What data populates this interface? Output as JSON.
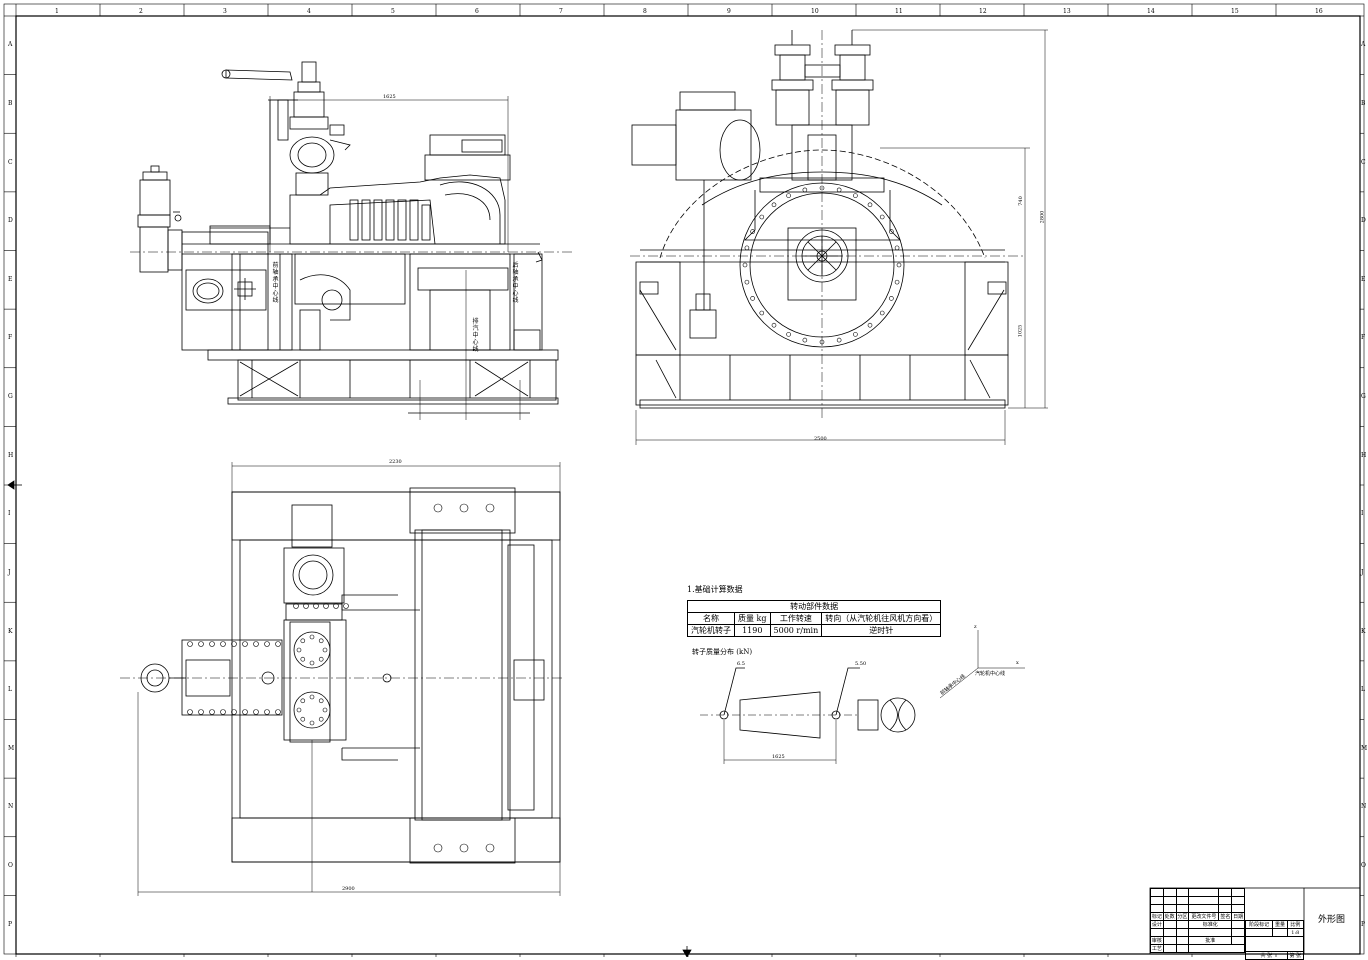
{
  "drawing": {
    "title": "外形图",
    "column_markers": [
      "1",
      "2",
      "3",
      "4",
      "5",
      "6",
      "7",
      "8",
      "9",
      "10",
      "11",
      "12",
      "13",
      "14",
      "15",
      "16"
    ],
    "row_markers": [
      "A",
      "B",
      "C",
      "D",
      "E",
      "F",
      "G",
      "H",
      "I",
      "J",
      "K",
      "L",
      "M",
      "N",
      "O",
      "P"
    ]
  },
  "side_view": {
    "dim_top": "1625",
    "label_front_bearing": "前轴承中心线",
    "label_rear_bearing": "后轴承中心线",
    "label_exhaust": "排汽中心线"
  },
  "end_view": {
    "dim_width": "2500",
    "dim_height_total": "2800",
    "dim_upper": "740",
    "dim_lower": "1025"
  },
  "plan_view": {
    "dim_top": "2230",
    "dim_bottom": "2900"
  },
  "foundation": {
    "heading": "1.基础计算数据",
    "table_title": "转动部件数据",
    "headers": [
      "名称",
      "质量 kg",
      "工作转速",
      "转向（从汽轮机往风机方向看）"
    ],
    "row": [
      "汽轮机转子",
      "1190",
      "5000 r/min",
      "逆时针"
    ],
    "dist_heading": "转子质量分布 (kN)",
    "load_left": "6.5",
    "load_right": "5.50",
    "dim_span": "1625",
    "axis_z": "z",
    "axis_x": "x",
    "axis_label_front": "前轴承中心线",
    "axis_label_turbine": "汽轮机中心线"
  },
  "title_block": {
    "r1": [
      "标记",
      "处数",
      "分区",
      "更改文件号",
      "签名",
      "日期"
    ],
    "r2": [
      "设计",
      "",
      "",
      "标准化"
    ],
    "r3a": [
      "阶段标记",
      "重量",
      "比例"
    ],
    "r3b": [
      "",
      "",
      "1:8"
    ],
    "r4": [
      "审核",
      "",
      "",
      "批准"
    ],
    "r5": [
      "工艺",
      "",
      "",
      "共 张",
      "第 张"
    ],
    "drawing_name": "外形图"
  }
}
